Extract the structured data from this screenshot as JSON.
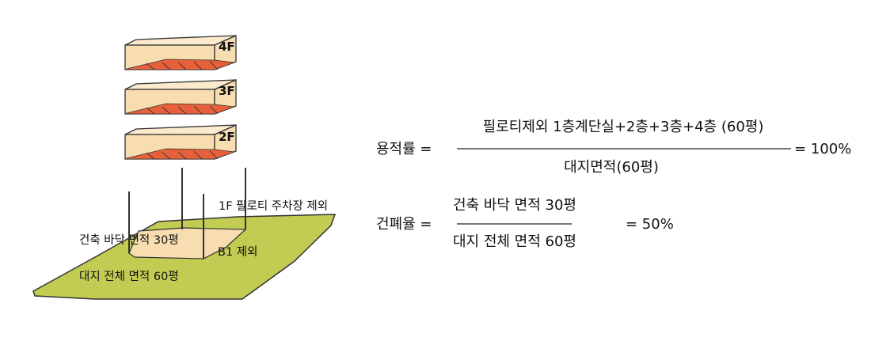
{
  "diagram": {
    "floors": [
      {
        "label": "4F"
      },
      {
        "label": "3F"
      },
      {
        "label": "2F"
      }
    ],
    "labels": {
      "piloti": "1F 필로티 주차장 제외",
      "building_area": "건축 바닥 면적 30평",
      "basement": "B1 제외",
      "site_area": "대지 전체 면적 60평"
    },
    "colors": {
      "slab": "#f7ddb0",
      "hatch": "#e8603a",
      "site": "#c2cc52",
      "footprint": "#f7ddb0"
    }
  },
  "formulas": {
    "far": {
      "name": "용적률 =",
      "numerator": "필로티제외 1층계단실+2층+3층+4층 (60평)",
      "denominator": "대지면적(60평)",
      "result": "= 100%"
    },
    "bcr": {
      "name": "건폐율 =",
      "numerator": "건축 바닥 면적 30평",
      "denominator": "대지 전체 면적 60평",
      "result": "= 50%"
    }
  }
}
